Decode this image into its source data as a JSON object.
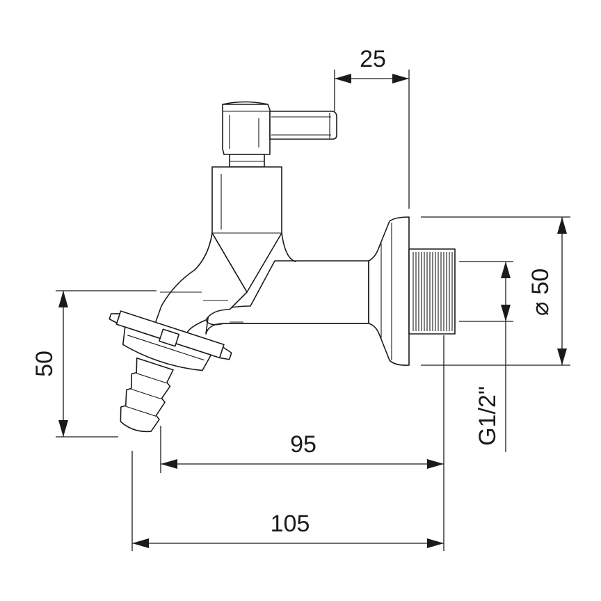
{
  "dimensions": {
    "handle_offset": "25",
    "outlet_height": "50",
    "flange_diameter": "50",
    "thread": "G1/2\"",
    "length_to_hose": "95",
    "overall_length": "105"
  },
  "symbols": {
    "diameter": "⌀"
  }
}
